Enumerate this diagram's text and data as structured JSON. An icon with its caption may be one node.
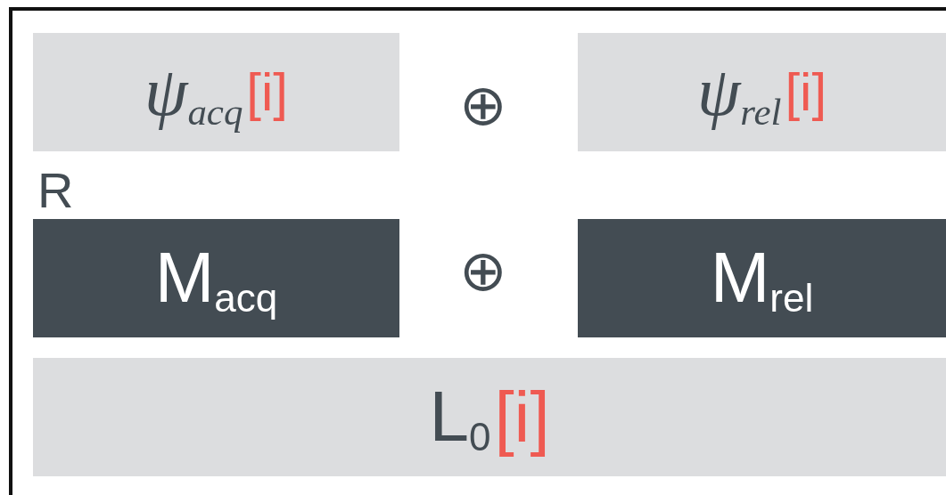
{
  "diagram": {
    "nodes": [
      {
        "text": [
          "ψ$_{acq}$",
          "[i]"
        ]
      },
      {
        "text": [
          "ψ$_{rel}$",
          "[i]"
        ]
      },
      {
        "text": [
          "M$_{acq}$"
        ]
      },
      {
        "text": [
          "M$_{rel}$"
        ]
      },
      {
        "text": [
          "L$_{0}$",
          "[i]"
        ]
      }
    ],
    "labels": [
      "⊕",
      "R",
      "⊕"
    ]
  }
}
